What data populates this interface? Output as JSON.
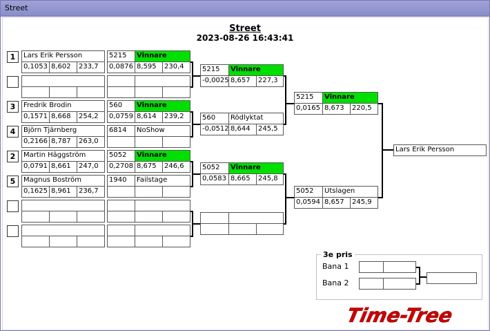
{
  "window": {
    "title": "Street"
  },
  "event": {
    "title": "Street",
    "datetime": "2023-08-26 16:43:41"
  },
  "colors": {
    "winner": "#00e000",
    "logo": "#cc0000"
  },
  "round1": [
    {
      "seed": "1",
      "name": "Lars Erik Persson",
      "rt": "0,1053",
      "et": "8,602",
      "speed": "233,7",
      "match": {
        "no": "5215",
        "result": "Vinnare",
        "winner": true,
        "rt": "0,0876",
        "et": "8,595",
        "speed": "230,4"
      }
    },
    {
      "seed": "",
      "name": "",
      "rt": "",
      "et": "",
      "speed": "",
      "match": {
        "no": "",
        "result": "",
        "winner": false,
        "rt": "",
        "et": "",
        "speed": ""
      }
    },
    {
      "seed": "3",
      "name": "Fredrik Brodin",
      "rt": "0,1571",
      "et": "8,668",
      "speed": "254,2",
      "match": {
        "no": "560",
        "result": "Vinnare",
        "winner": true,
        "rt": "0,0759",
        "et": "8,614",
        "speed": "239,2"
      }
    },
    {
      "seed": "4",
      "name": "Björn  Tjärnberg",
      "rt": "0,2166",
      "et": "8,787",
      "speed": "263,0",
      "match": {
        "no": "6814",
        "result": "NoShow",
        "winner": false,
        "rt": "",
        "et": "",
        "speed": ""
      }
    },
    {
      "seed": "2",
      "name": "Martin Häggström",
      "rt": "0,0791",
      "et": "8,661",
      "speed": "247,0",
      "match": {
        "no": "5052",
        "result": "Vinnare",
        "winner": true,
        "rt": "0,2708",
        "et": "8,675",
        "speed": "246,6"
      }
    },
    {
      "seed": "5",
      "name": "Magnus Boström",
      "rt": "0,1625",
      "et": "8,961",
      "speed": "236,7",
      "match": {
        "no": "1940",
        "result": "Failstage",
        "winner": false,
        "rt": "",
        "et": "",
        "speed": ""
      }
    },
    {
      "seed": "",
      "name": "",
      "rt": "",
      "et": "",
      "speed": "",
      "match": {
        "no": "",
        "result": "",
        "winner": false,
        "rt": "",
        "et": "",
        "speed": ""
      }
    },
    {
      "seed": "",
      "name": "",
      "rt": "",
      "et": "",
      "speed": "",
      "match": {
        "no": "",
        "result": "",
        "winner": false,
        "rt": "",
        "et": "",
        "speed": ""
      }
    }
  ],
  "round2": [
    {
      "no": "5215",
      "result": "Vinnare",
      "winner": true,
      "rt": "-0,0025",
      "et": "8,657",
      "speed": "227,3"
    },
    {
      "no": "560",
      "result": "Rödlyktat",
      "winner": false,
      "rt": "-0,0512",
      "et": "8,644",
      "speed": "245,5"
    },
    {
      "no": "5052",
      "result": "Vinnare",
      "winner": true,
      "rt": "0,0583",
      "et": "8,665",
      "speed": "245,8"
    },
    {
      "no": "",
      "result": "",
      "winner": false,
      "rt": "",
      "et": "",
      "speed": ""
    }
  ],
  "round3": [
    {
      "no": "5215",
      "result": "Vinnare",
      "winner": true,
      "rt": "0,0165",
      "et": "8,673",
      "speed": "220,5"
    },
    {
      "no": "5052",
      "result": "Utslagen",
      "winner": false,
      "rt": "0,0594",
      "et": "8,657",
      "speed": "245,9"
    }
  ],
  "champion": "Lars Erik Persson",
  "third_prize": {
    "title": "3e pris",
    "lane1": "Bana 1",
    "lane2": "Bana 2"
  },
  "logo_text": "Time-Tree"
}
